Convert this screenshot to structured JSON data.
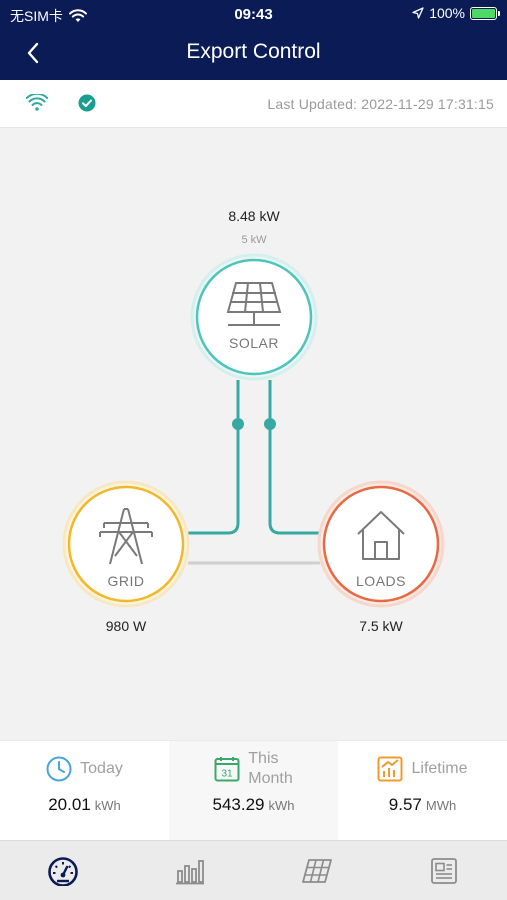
{
  "status_bar": {
    "carrier": "无SIM卡",
    "time": "09:43",
    "battery": "100%"
  },
  "nav": {
    "title": "Export Control",
    "back_icon": "chevron-left-icon"
  },
  "info_bar": {
    "last_updated": "Last Updated: 2022-11-29 17:31:15",
    "icons": [
      "wifi-icon",
      "check-circle-icon"
    ]
  },
  "flow": {
    "solar": {
      "value": "8.48 kW",
      "capacity": "5 kW",
      "label": "SOLAR",
      "color": "#4fc4bd"
    },
    "grid": {
      "value": "980 W",
      "label": "GRID",
      "color": "#f2b82c"
    },
    "loads": {
      "value": "7.5 kW",
      "label": "LOADS",
      "color": "#e86a44"
    },
    "line_color": "#36a9a3"
  },
  "summary": {
    "today": {
      "label": "Today",
      "value": "20.01",
      "unit": "kWh",
      "icon": "clock-icon"
    },
    "month": {
      "label_line1": "This",
      "label_line2": "Month",
      "value": "543.29",
      "unit": "kWh",
      "icon": "calendar-icon",
      "icon_day": "31"
    },
    "lifetime": {
      "label": "Lifetime",
      "value": "9.57",
      "unit": "MWh",
      "icon": "trend-chart-icon"
    }
  },
  "tabs": [
    {
      "name": "dashboard",
      "icon": "gauge-icon",
      "active": true
    },
    {
      "name": "statistics",
      "icon": "bar-chart-icon",
      "active": false
    },
    {
      "name": "panels",
      "icon": "solar-panel-icon",
      "active": false
    },
    {
      "name": "reports",
      "icon": "document-icon",
      "active": false
    }
  ]
}
